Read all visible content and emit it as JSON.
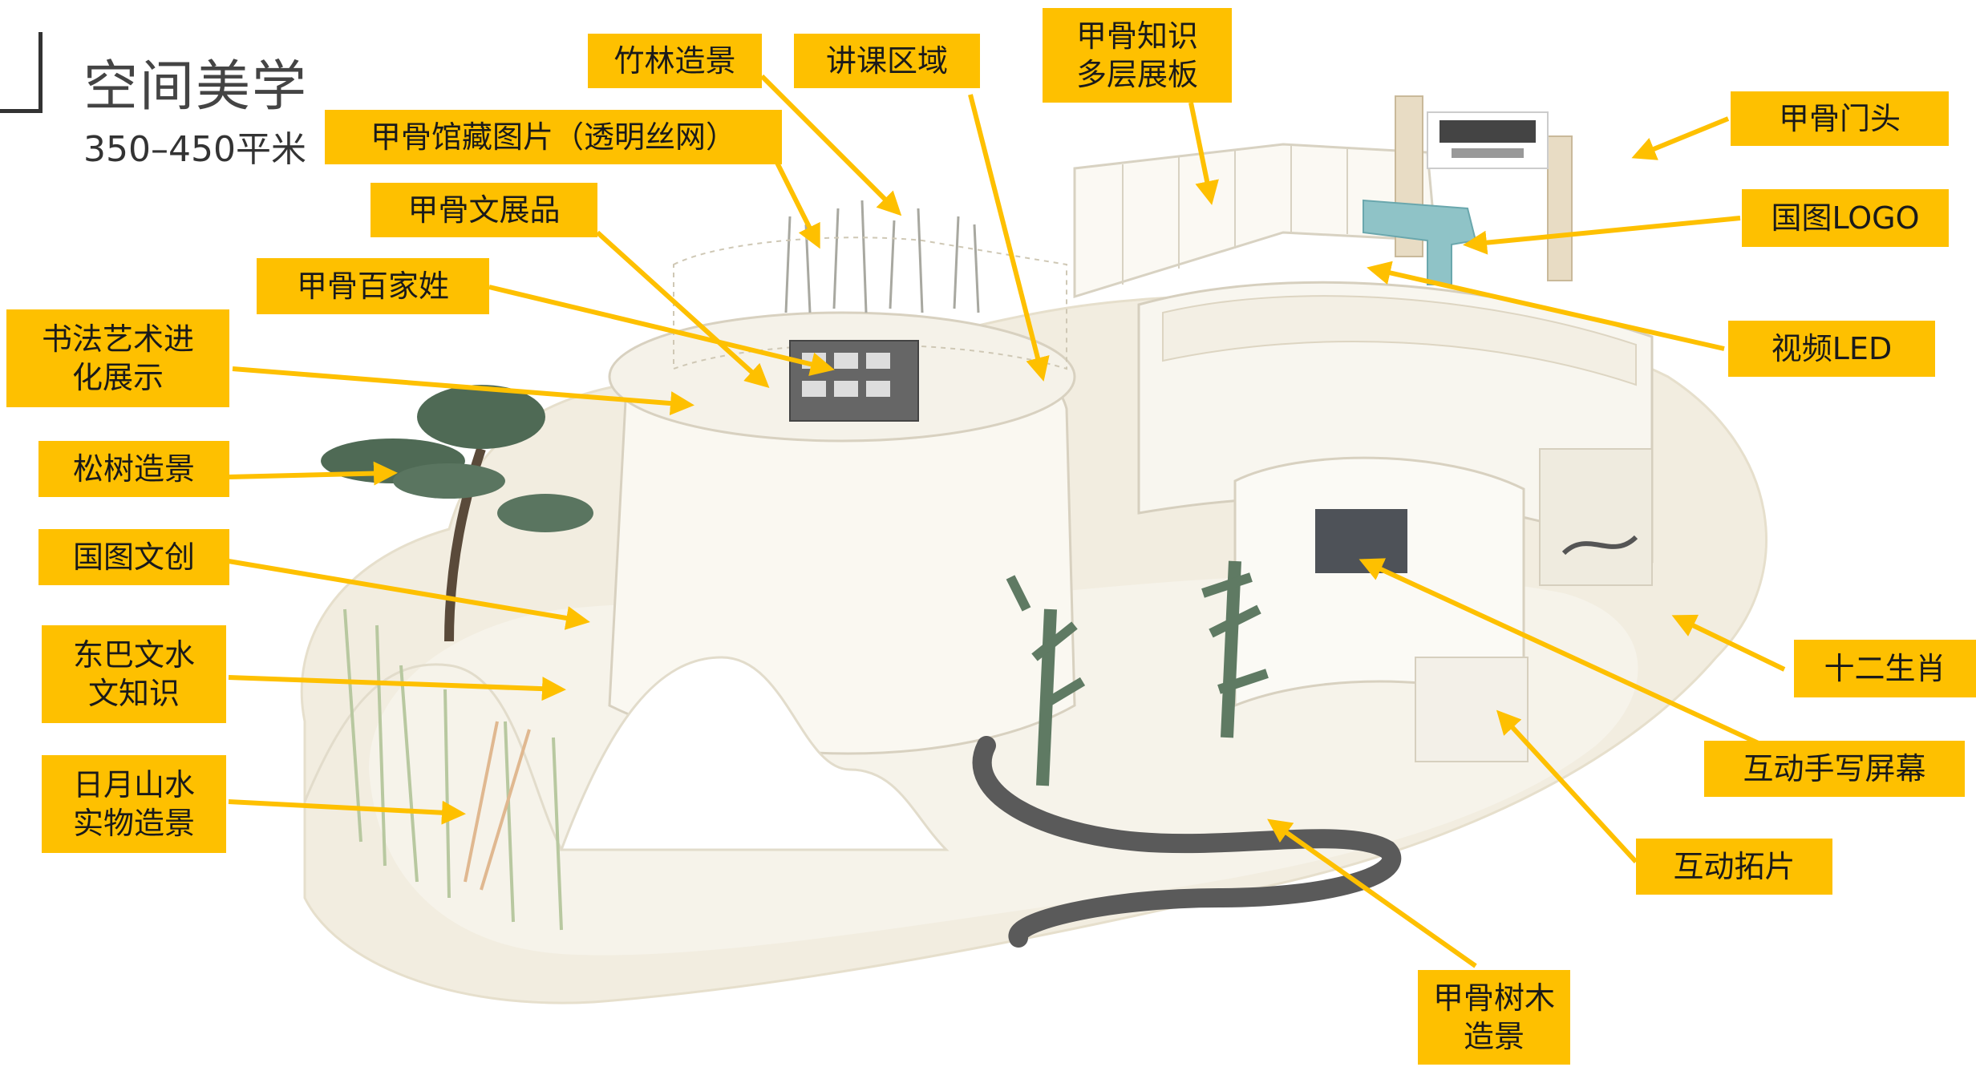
{
  "header": {
    "title": "空间美学",
    "subtitle": "350–450平米"
  },
  "colors": {
    "label_bg": "#fec000",
    "arrow": "#fec000",
    "model_base": "#f2ede0",
    "model_wall": "#f7f4ec",
    "path_dark": "#5a5a5a"
  },
  "labels": {
    "bamboo": "竹林造景",
    "lecture": "讲课区域",
    "oracle_knowledge": "甲骨知识\n多层展板",
    "oracle_collection": "甲骨馆藏图片（透明丝网）",
    "oracle_exhibits": "甲骨文展品",
    "oracle_surnames": "甲骨百家姓",
    "calligraphy": "书法艺术进\n化展示",
    "pine": "松树造景",
    "cultural_products": "国图文创",
    "dongba": "东巴文水\n文知识",
    "sun_moon": "日月山水\n实物造景",
    "gate": "甲骨门头",
    "logo": "国图LOGO",
    "video_led": "视频LED",
    "zodiac": "十二生肖",
    "handwriting": "互动手写屏幕",
    "rubbing": "互动拓片",
    "trees": "甲骨树木\n造景"
  }
}
